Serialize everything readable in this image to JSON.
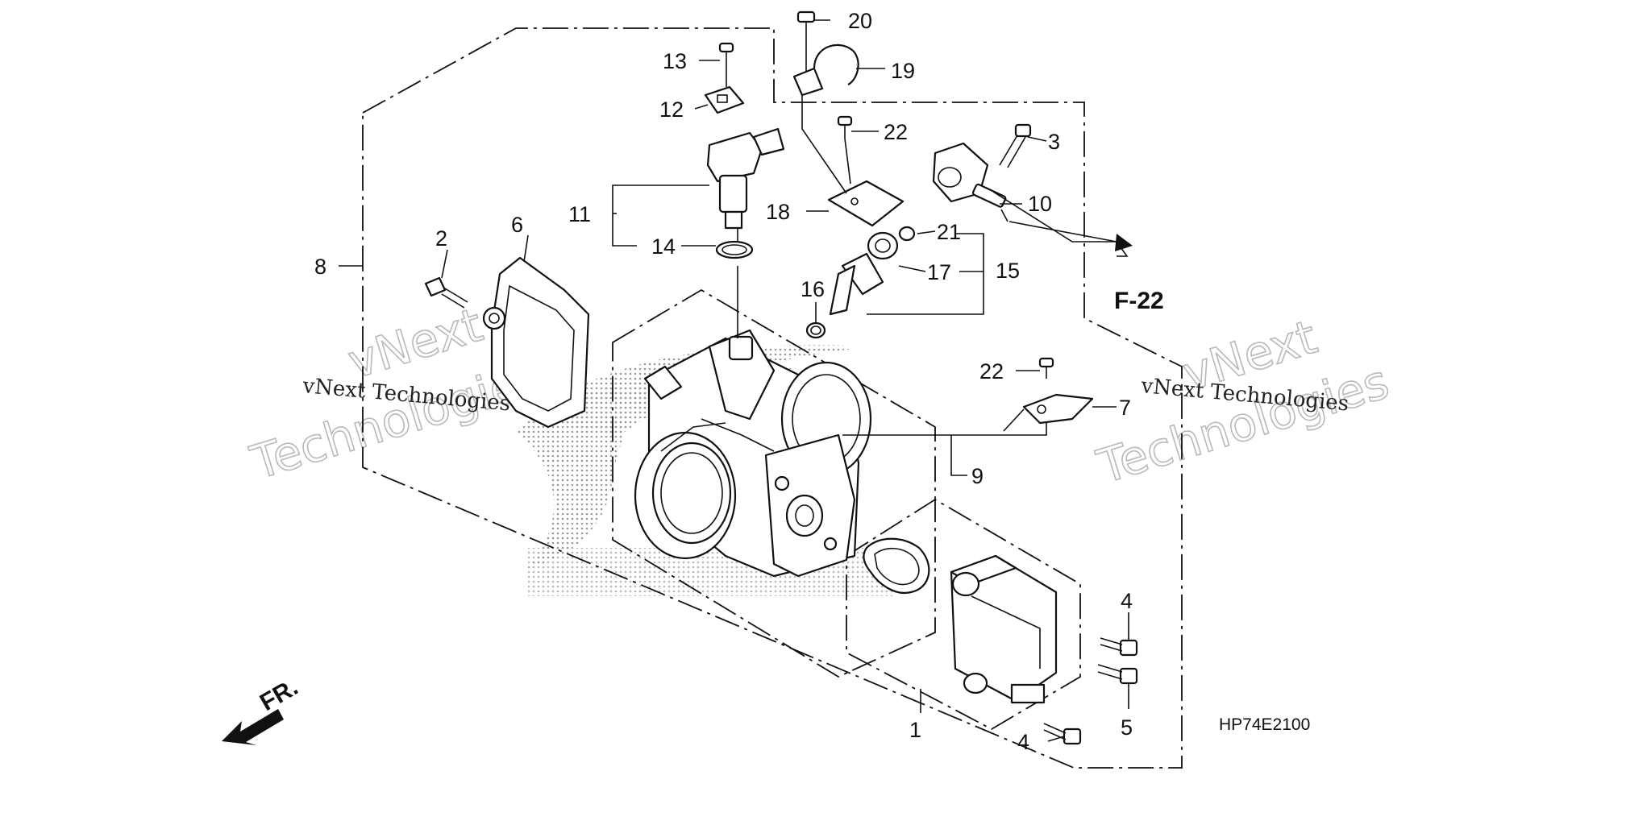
{
  "callouts": {
    "c1": "1",
    "c2": "2",
    "c3": "3",
    "c4a": "4",
    "c4b": "4",
    "c5": "5",
    "c6": "6",
    "c7": "7",
    "c8": "8",
    "c9": "9",
    "c10": "10",
    "c11": "11",
    "c12": "12",
    "c13": "13",
    "c14": "14",
    "c15": "15",
    "c16": "16",
    "c17": "17",
    "c18": "18",
    "c19": "19",
    "c20": "20",
    "c21": "21",
    "c22a": "22",
    "c22b": "22"
  },
  "reference": "F-22",
  "front_marker": "FR.",
  "diagram_code": "HP74E2100",
  "watermarks": {
    "left_big_1": "vNext",
    "left_big_2": "Technologies",
    "left_small": "vNext Technologies",
    "right_big_1": "vNext",
    "right_big_2": "Technologies",
    "right_small": "vNext Technologies"
  },
  "colors": {
    "line": "#111111",
    "watermark": "#b9b9b9",
    "background": "#ffffff"
  }
}
